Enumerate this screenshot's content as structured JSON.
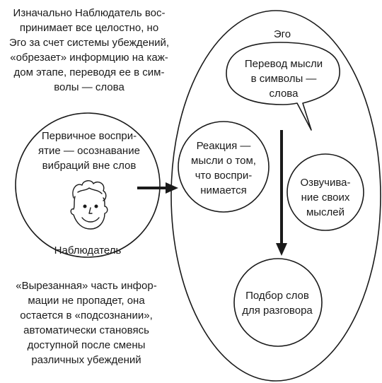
{
  "notes": {
    "top": [
      "Изначально Наблюдатель вос-",
      "принимает все целостно, но",
      "Эго за счет системы убеждений,",
      "«обрезает» информцию на каж-",
      "дом этапе, переводя ее в сим-",
      "волы — слова"
    ],
    "bottom": [
      "«Вырезанная» часть инфор-",
      "мации не пропадет, она",
      "остается в «подсознании»,",
      "автоматически становясь",
      "доступной после смены",
      "различных убеждений"
    ]
  },
  "observer": {
    "perception": [
      "Первичное воспри-",
      "ятие — осознавание",
      "вибраций вне слов"
    ],
    "label": "Наблюдатель"
  },
  "ego": {
    "label": "Эго",
    "translation": [
      "Перевод мысли",
      "в символы —",
      "слова"
    ],
    "reaction": [
      "Реакция —",
      "мысли о том,",
      "что воспри-",
      "нимается"
    ],
    "voicing": [
      "Озвучива-",
      "ние своих",
      "мыслей"
    ],
    "selection": [
      "Подбор слов",
      "для разговора"
    ]
  },
  "colors": {
    "stroke": "#1a1a1a",
    "background": "#ffffff"
  }
}
